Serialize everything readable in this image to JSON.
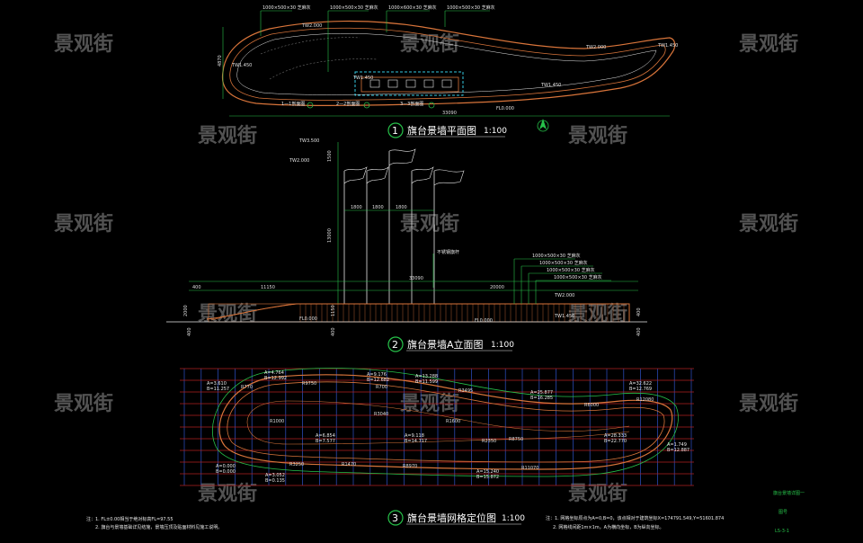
{
  "watermark": "景观街",
  "view1": {
    "title": "旗台景墙平面图",
    "scale": "1:100",
    "number": "1",
    "dims": {
      "overall": "33090",
      "height": "4870"
    },
    "levels": [
      "TW2.000",
      "TW1.450",
      "TW2.000",
      "TW1.450",
      "TW1.450",
      "TW1.450",
      "FL0.000"
    ],
    "sections": [
      "1—1剖面图",
      "2—2剖面图",
      "3—3剖面图"
    ],
    "callouts": [
      "1000×500×30 芝麻灰",
      "1000×500×30 芝麻灰",
      "1000×600×30 芝麻灰",
      "1000×500×30 芝麻灰"
    ]
  },
  "view2": {
    "title": "旗台景墙A立面图",
    "scale": "1:100",
    "number": "2",
    "levels": [
      "TW3.500",
      "TW2.000",
      "TW2.000",
      "TW1.450",
      "FL0.000",
      "FL0.000"
    ],
    "dims": [
      "1500",
      "1800",
      "1800",
      "1800",
      "13000",
      "400",
      "11150",
      "33090",
      "20000",
      "2000",
      "1150",
      "400",
      "400",
      "400",
      "400"
    ],
    "notes": [
      "1000×500×30 芝麻灰",
      "1000×500×30 芝麻灰",
      "1000×500×30 芝麻灰",
      "1000×500×30 芝麻灰"
    ],
    "flag_note": "不锈钢旗杆"
  },
  "view3": {
    "title": "旗台景墙网格定位图",
    "scale": "1:100",
    "number": "3",
    "coords": [
      {
        "a": "A=3.610",
        "b": "B=11.257"
      },
      {
        "a": "A=4.764",
        "b": "B=12.992"
      },
      {
        "a": "A=9.176",
        "b": "B=12.682"
      },
      {
        "a": "A=13.288",
        "b": "B=11.599"
      },
      {
        "a": "A=25.877",
        "b": "B=16.285"
      },
      {
        "a": "A=32.622",
        "b": "B=12.769"
      },
      {
        "a": "A=6.854",
        "b": "B=7.577"
      },
      {
        "a": "A=9.118",
        "b": "B=14.717"
      },
      {
        "a": "A=28.333",
        "b": "B=22.770"
      },
      {
        "a": "A=1.749",
        "b": "B=12.887"
      },
      {
        "a": "A=0.000",
        "b": "B=0.000"
      },
      {
        "a": "A=3.052",
        "b": "B=0.135"
      },
      {
        "a": "A=15.240",
        "b": "B=15.872"
      }
    ],
    "radii": [
      "R770",
      "R9750",
      "R700",
      "R3495",
      "R6000",
      "R12080",
      "R3040",
      "R2350",
      "R8750",
      "R1600",
      "R8970",
      "R3250",
      "R1470",
      "R11070",
      "R1000"
    ]
  },
  "notes_left": [
    "注：1. FL±0.00相当于绝对标高FL=97.55",
    "2. 旗台与景墙基础详见结施，景墙压顶及贴面材料见施工说明。"
  ],
  "notes_right": [
    "注：1. 网格坐标原点为A=0,B=0，该点相对于建筑坐标X=174791.549,Y=51601.874",
    "2. 网格线间距1m×1m，A为横向坐标，B为纵向坐标。"
  ],
  "title_block": {
    "drawing_name": "旗台景墙详图一",
    "label": "图号",
    "number": "LS-3-1"
  }
}
